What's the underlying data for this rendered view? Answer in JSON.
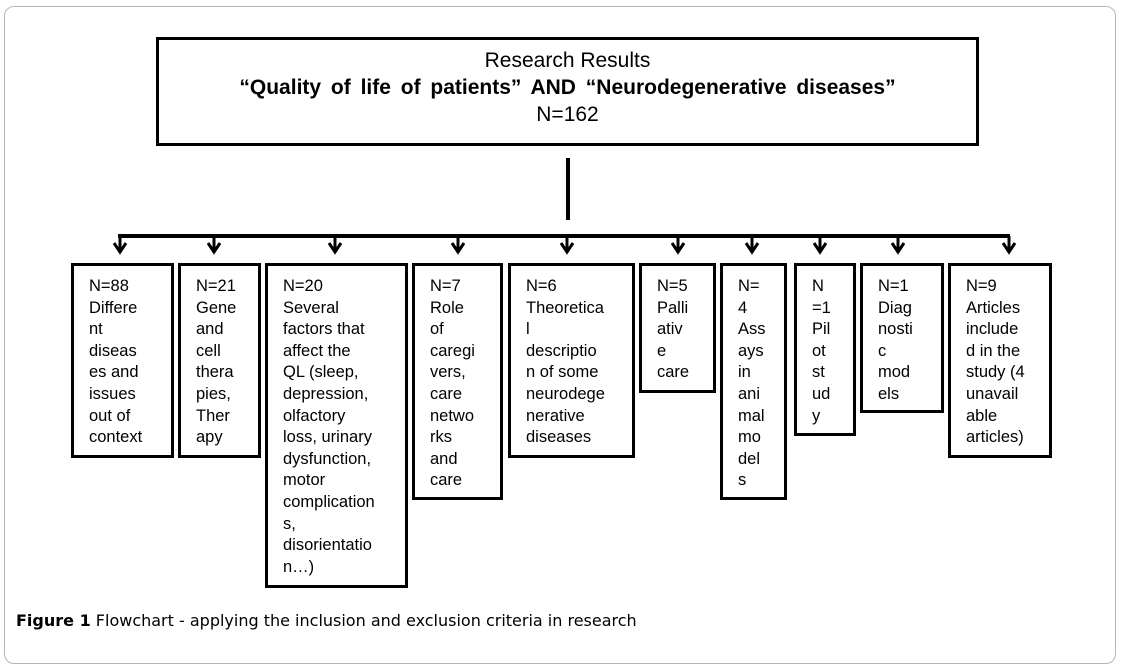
{
  "root": {
    "title": "Research Results",
    "query": "“Quality  of life of patients”  AND “Neurodegenerative  diseases”",
    "count": "N=162"
  },
  "children": [
    {
      "text": "N=88\nDiffere\nnt\ndiseas\nes and\nissues\nout of\ncontext"
    },
    {
      "text": "N=21\nGene\nand\ncell\nthera\npies,\nTher\napy"
    },
    {
      "text": "N=20\nSeveral\nfactors that\naffect the\nQL (sleep,\ndepression,\nolfactory\nloss, urinary\ndysfunction,\nmotor\ncomplication\ns,\ndisorientatio\nn…)"
    },
    {
      "text": "N=7\nRole\nof\ncaregi\nvers,\ncare\nnetwo\nrks\nand\ncare"
    },
    {
      "text": "N=6\nTheoretica\nl\ndescriptio\nn of some\nneurodege\nnerative\ndiseases"
    },
    {
      "text": "N=5\nPalli\nativ\ne\ncare"
    },
    {
      "text": "N=\n4\nAss\nays\nin\nani\nmal\nmo\ndel\ns"
    },
    {
      "text": "N\n=1\nPil\not\nst\nud\ny"
    },
    {
      "text": "N=1\nDiag\nnosti\nc\nmod\nels"
    },
    {
      "text": "N=9\nArticles\ninclude\nd in the\nstudy (4\nunavail\nable\narticles)"
    }
  ],
  "caption": {
    "label": "Figure 1",
    "text": " Flowchart - applying the inclusion and exclusion criteria in research"
  }
}
